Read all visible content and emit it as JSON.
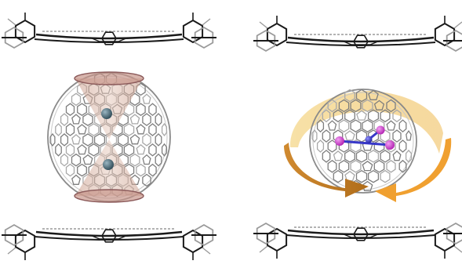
{
  "figure": {
    "left_panel": {
      "cage": "fullerene-cage",
      "encapsulated_atoms": 2,
      "cones": 2,
      "porphyrins": 2
    },
    "right_panel": {
      "cage": "fullerene-cage",
      "encapsulated_cluster": "metal-nitride-cluster",
      "rotation_arrow": "rotation-arrow",
      "porphyrins": 2
    },
    "colors": {
      "background": "#ffffff",
      "cage_stroke": "#8a8a8a",
      "porphyrin_dark": "#1a1a1a",
      "porphyrin_light": "#9a9a9a",
      "cone_fill": "#d9b8a8",
      "cone_rim": "#8b5a5a",
      "metal_atom": "#4a6a78",
      "cluster_pink": "#c838c8",
      "cluster_blue": "#3838c8",
      "arrow_light": "#f3cf78",
      "arrow_dark": "#d9902a",
      "arrow_orange": "#f0a030"
    }
  }
}
